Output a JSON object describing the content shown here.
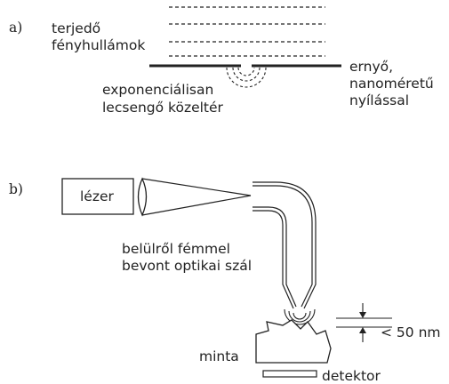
{
  "panel_a": {
    "label": "a)",
    "waves_label_line1": "terjedő",
    "waves_label_line2": "fényhullámok",
    "evanescent_label_line1": "exponenciálisan",
    "evanescent_label_line2": "lecsengő közeltér",
    "screen_label_line1": "ernyő,",
    "screen_label_line2": "nanoméretű",
    "screen_label_line3": "nyílással"
  },
  "panel_b": {
    "label": "b)",
    "laser_label": "lézer",
    "fiber_label_line1": "belülről fémmel",
    "fiber_label_line2": "bevont optikai szál",
    "distance_label": "< 50 nm",
    "sample_label": "minta",
    "detector_label": "detektor"
  },
  "colors": {
    "ink": "#222222",
    "background": "#ffffff"
  }
}
